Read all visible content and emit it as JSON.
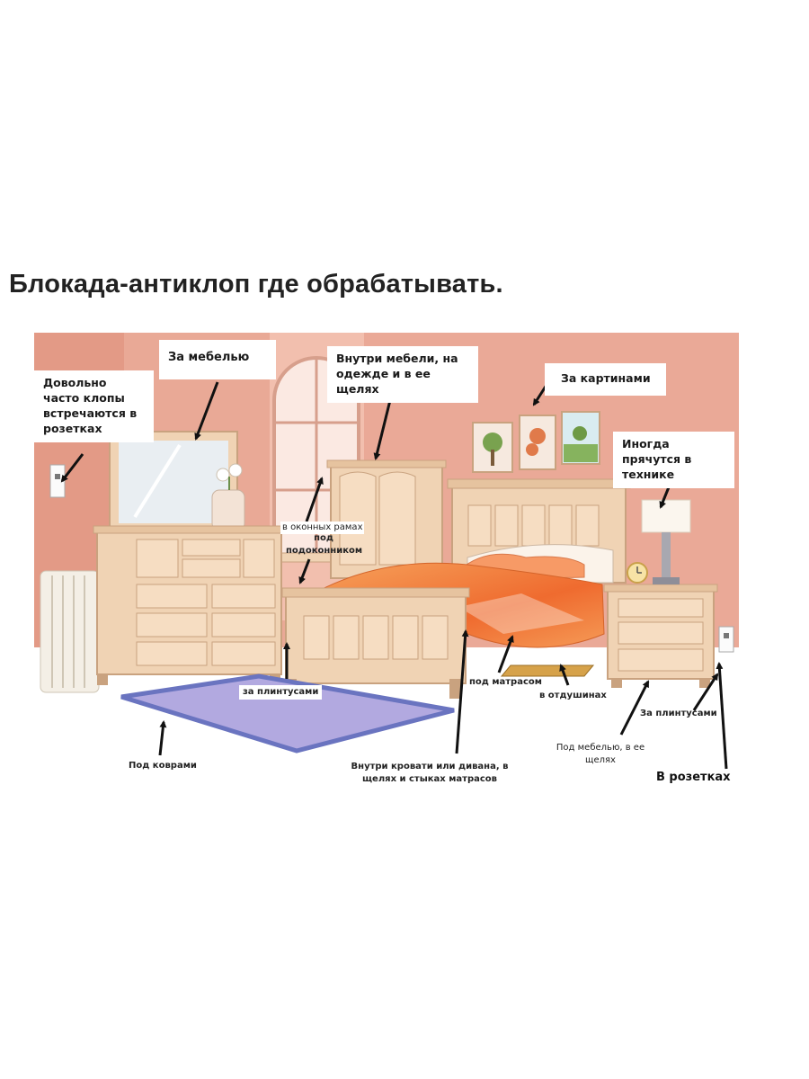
{
  "title": "Блокада-антиклоп где обрабатывать.",
  "callouts": {
    "sockets": "Довольно часто клопы встречаются в розетках",
    "behind_furniture": "За мебелью",
    "inside_furniture": "Внутри мебели, на одежде и в ее щелях",
    "behind_pictures": "За картинами",
    "appliances": "Иногда прячутся в технике"
  },
  "labels": {
    "window_frames": "в оконных рамах",
    "windowsill": "под подоконником",
    "baseboards_left": "за плинтусами",
    "under_mattress": "под матрасом",
    "vents": "в отдушинах",
    "baseboards_right": "За плинтусами",
    "under_furniture": "Под мебелью, в ее щелях",
    "under_rugs": "Под коврами",
    "inside_bed": "Внутри кровати или дивана, в щелях и стыках матрасов",
    "sockets_bottom": "В розетках"
  },
  "colors": {
    "wall": "#e9a996",
    "wall_light": "#f5c8b6",
    "floor": "#ffffff",
    "wood": "#f0d3b4",
    "wood_dark": "#c9a27f",
    "rug": "#b2a9e0",
    "rug_border": "#6a74c0",
    "bedding": "#f07b3a"
  }
}
